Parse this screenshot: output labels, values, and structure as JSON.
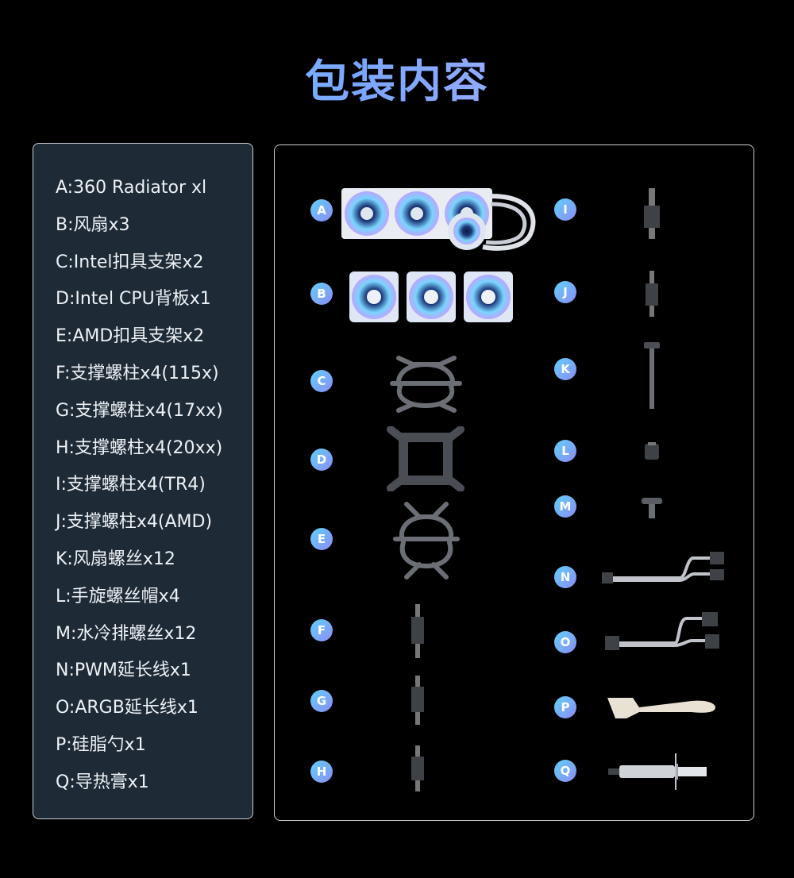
{
  "title": "包装内容",
  "items": [
    "A:360 Radiator xl",
    "B:风扇x3",
    "C:Intel扣具支架x2",
    "D:Intel CPU背板x1",
    "E:AMD扣具支架x2",
    "F:支撑螺柱x4(115x)",
    "G:支撑螺柱x4(17xx)",
    "H:支撑螺柱x4(20xx)",
    "I:支撑螺柱x4(TR4)",
    "J:支撑螺柱x4(AMD)",
    "K:风扇螺丝x12",
    "L:手旋螺丝帽x4",
    "M:水冷排螺丝x12",
    "N:PWM延长线x1",
    "O:ARGB延长线x1",
    "P:硅脂勺x1",
    "Q:导热膏x1"
  ],
  "badges": [
    "A",
    "B",
    "C",
    "D",
    "E",
    "F",
    "G",
    "H",
    "I",
    "J",
    "K",
    "L",
    "M",
    "N",
    "O",
    "P",
    "Q"
  ],
  "colors": {
    "accent_start": "#5fd0f7",
    "accent_end": "#8c8cf6",
    "panel_bg": "#1e2a36"
  }
}
